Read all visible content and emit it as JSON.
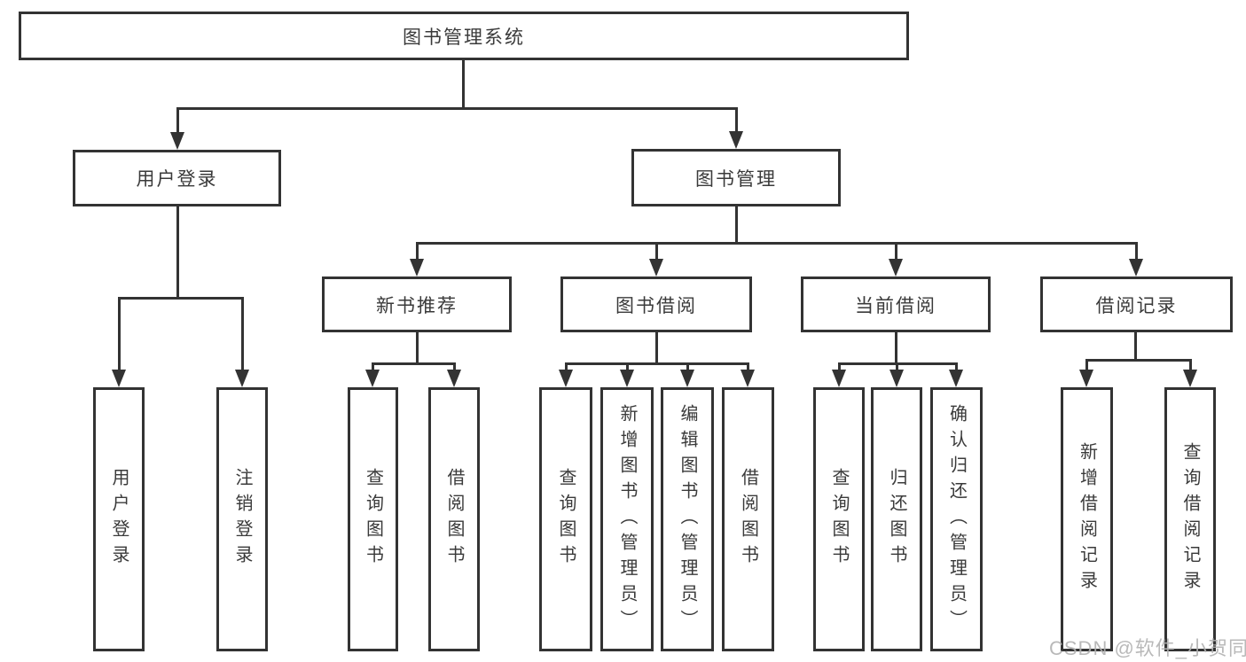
{
  "tree": {
    "label": "图书管理系统",
    "children": [
      {
        "label": "用户登录",
        "children": [
          {
            "label": "用户登录"
          },
          {
            "label": "注销登录"
          }
        ]
      },
      {
        "label": "图书管理",
        "children": [
          {
            "label": "新书推荐",
            "children": [
              {
                "label": "查询图书"
              },
              {
                "label": "借阅图书"
              }
            ]
          },
          {
            "label": "图书借阅",
            "children": [
              {
                "label": "查询图书"
              },
              {
                "label": "新增图书（管理员）"
              },
              {
                "label": "编辑图书（管理员）"
              },
              {
                "label": "借阅图书"
              }
            ]
          },
          {
            "label": "当前借阅",
            "children": [
              {
                "label": "查询图书"
              },
              {
                "label": "归还图书"
              },
              {
                "label": "确认归还（管理员）"
              }
            ]
          },
          {
            "label": "借阅记录",
            "children": [
              {
                "label": "新增借阅记录"
              },
              {
                "label": "查询借阅记录"
              }
            ]
          }
        ]
      }
    ]
  },
  "watermark": "CSDN @软件_小贺同学",
  "colors": {
    "line": "#333333",
    "box_border": "#333333",
    "background": "#ffffff",
    "text": "#3a3a3a",
    "watermark": "#b2b2b2"
  }
}
